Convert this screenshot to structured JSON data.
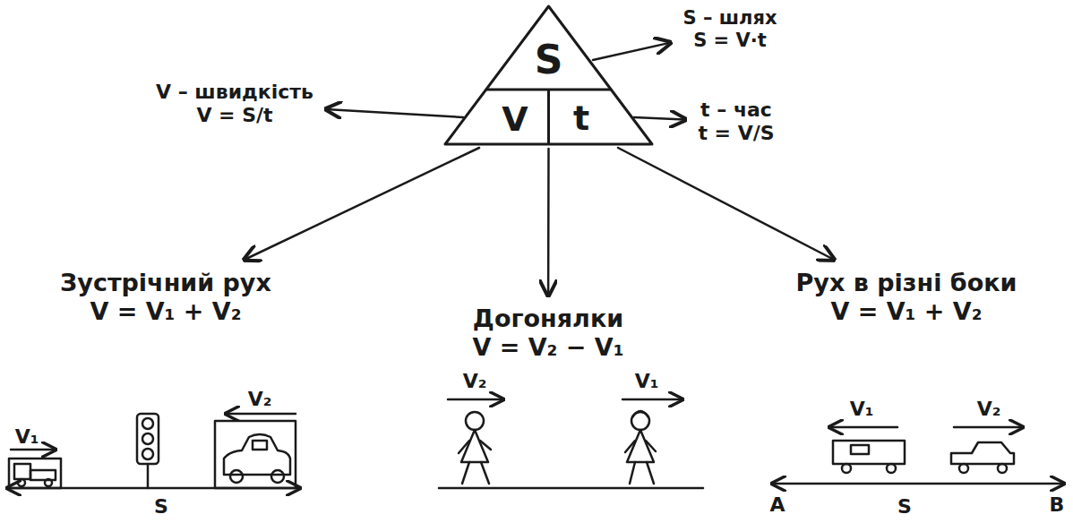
{
  "diagram": {
    "nodes": [
      {
        "text": [
          "S",
          "V",
          "t"
        ]
      },
      {
        "text": [
          "S – шлях",
          "S = V·t"
        ]
      },
      {
        "text": [
          "V – швидкість",
          "V = S/t"
        ]
      },
      {
        "text": [
          "t – час",
          "t = V/S"
        ]
      },
      {
        "text": [
          "Зустрічний рух",
          "V = V₁ + V₂"
        ]
      },
      {
        "text": [
          "Догонялки",
          "V = V₂ − V₁"
        ]
      },
      {
        "text": [
          "Рух в різні боки",
          "V = V₁ + V₂"
        ]
      }
    ],
    "edges": [
      {
        "from": 0,
        "to": 1,
        "arrow": "to"
      },
      {
        "from": 0,
        "to": 2,
        "arrow": "to"
      },
      {
        "from": 0,
        "to": 3,
        "arrow": "to"
      },
      {
        "from": 0,
        "to": 4,
        "arrow": "to"
      },
      {
        "from": 0,
        "to": 5,
        "arrow": "to"
      },
      {
        "from": 0,
        "to": 6,
        "arrow": "to"
      }
    ],
    "labels": [
      "V₁",
      "V₂",
      "S",
      "V₂",
      "V₁",
      "V₁",
      "V₂",
      "A",
      "S",
      "B"
    ]
  }
}
